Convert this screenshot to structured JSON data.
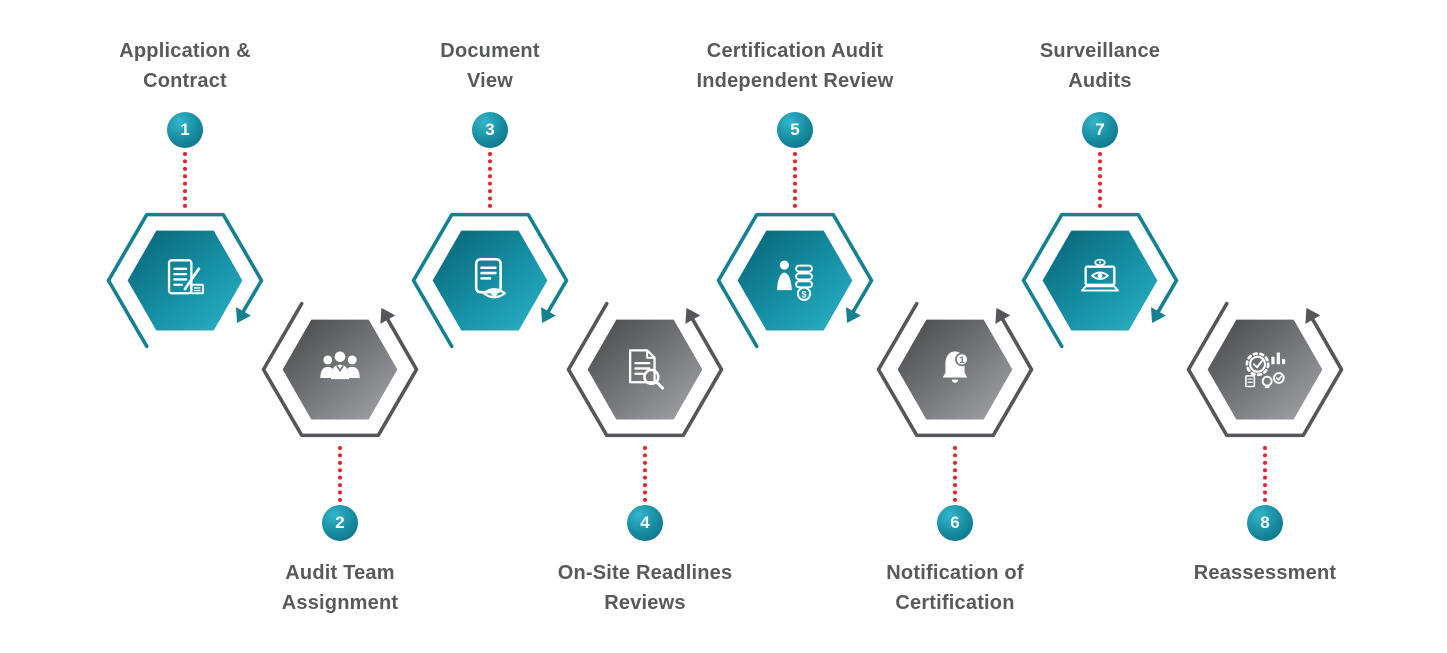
{
  "diagram": {
    "type": "process-flow",
    "colors": {
      "teal_dark": "#0a6174",
      "teal_light": "#2cb4c6",
      "gray_dark": "#454648",
      "gray_light": "#a5a7aa",
      "ring_teal": "#15808f",
      "ring_gray": "#55565a",
      "connector_red": "#e8232b",
      "badge_teal": "#16899e",
      "label_text": "#58595b"
    }
  },
  "steps": [
    {
      "number": "1",
      "label": "Application &\nContract",
      "position": "top",
      "theme": "teal",
      "icon": "clipboard-pencil-icon"
    },
    {
      "number": "2",
      "label": "Audit Team\nAssignment",
      "position": "bottom",
      "theme": "gray",
      "icon": "team-icon"
    },
    {
      "number": "3",
      "label": "Document\nView",
      "position": "top",
      "theme": "teal",
      "icon": "document-eye-icon"
    },
    {
      "number": "4",
      "label": "On-Site Readlines\nReviews",
      "position": "bottom",
      "theme": "gray",
      "icon": "document-magnifier-icon"
    },
    {
      "number": "5",
      "label": "Certification Audit\nIndependent Review",
      "position": "top",
      "theme": "teal",
      "icon": "person-coins-icon",
      "icon_symbol": "$"
    },
    {
      "number": "6",
      "label": "Notification of\nCertification",
      "position": "bottom",
      "theme": "gray",
      "icon": "bell-notification-icon",
      "icon_badge": "1"
    },
    {
      "number": "7",
      "label": "Surveillance\nAudits",
      "position": "top",
      "theme": "teal",
      "icon": "laptop-eye-icon"
    },
    {
      "number": "8",
      "label": "Reassessment",
      "position": "bottom",
      "theme": "gray",
      "icon": "gear-analysis-icon"
    }
  ]
}
